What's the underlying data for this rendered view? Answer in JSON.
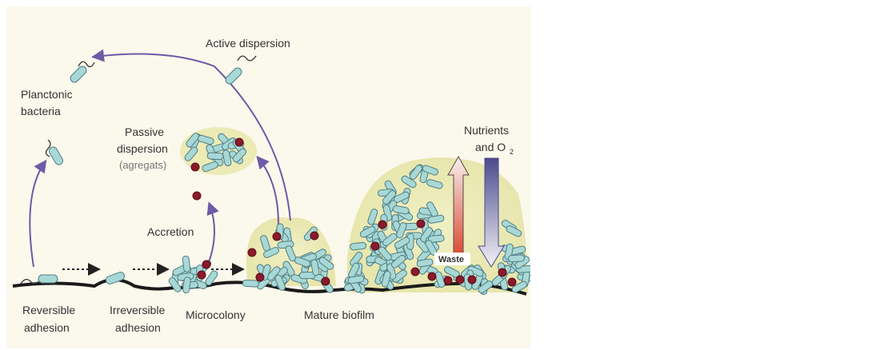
{
  "labels": {
    "active_dispersion": "Active dispersion",
    "planctonic_line1": "Planctonic",
    "planctonic_line2": "bacteria",
    "passive_line1": "Passive",
    "passive_line2": "dispersion",
    "passive_line3": "(agregats)",
    "accretion": "Accretion",
    "nutrients_line1": "Nutrients",
    "nutrients_line2": "and O",
    "nutrients_sub": "2",
    "waste": "Waste"
  },
  "stages": {
    "reversible_line1": "Reversible",
    "reversible_line2": "adhesion",
    "irreversible_line1": "Irreversible",
    "irreversible_line2": "adhesion",
    "microcolony": "Microcolony",
    "mature": "Mature biofilm"
  },
  "colors": {
    "background": "#fbf8ec",
    "biofilm_matrix": "#ecebb6",
    "bacterium_fill": "#a8d8d6",
    "bacterium_stroke": "#4f7d84",
    "red_particle": "#8b1a2a",
    "arrow_purple": "#6f5aa6",
    "surface": "#1a1a1a",
    "waste_arrow_top": "#f6f1ee",
    "waste_arrow_bottom": "#d9432c",
    "nutrient_arrow_top": "#4b4a8c",
    "nutrient_arrow_bottom": "#f2f2f8"
  },
  "icons": [
    "bacterium-icon",
    "red-particle-icon",
    "dotted-arrow-icon",
    "curved-arrow-icon"
  ]
}
